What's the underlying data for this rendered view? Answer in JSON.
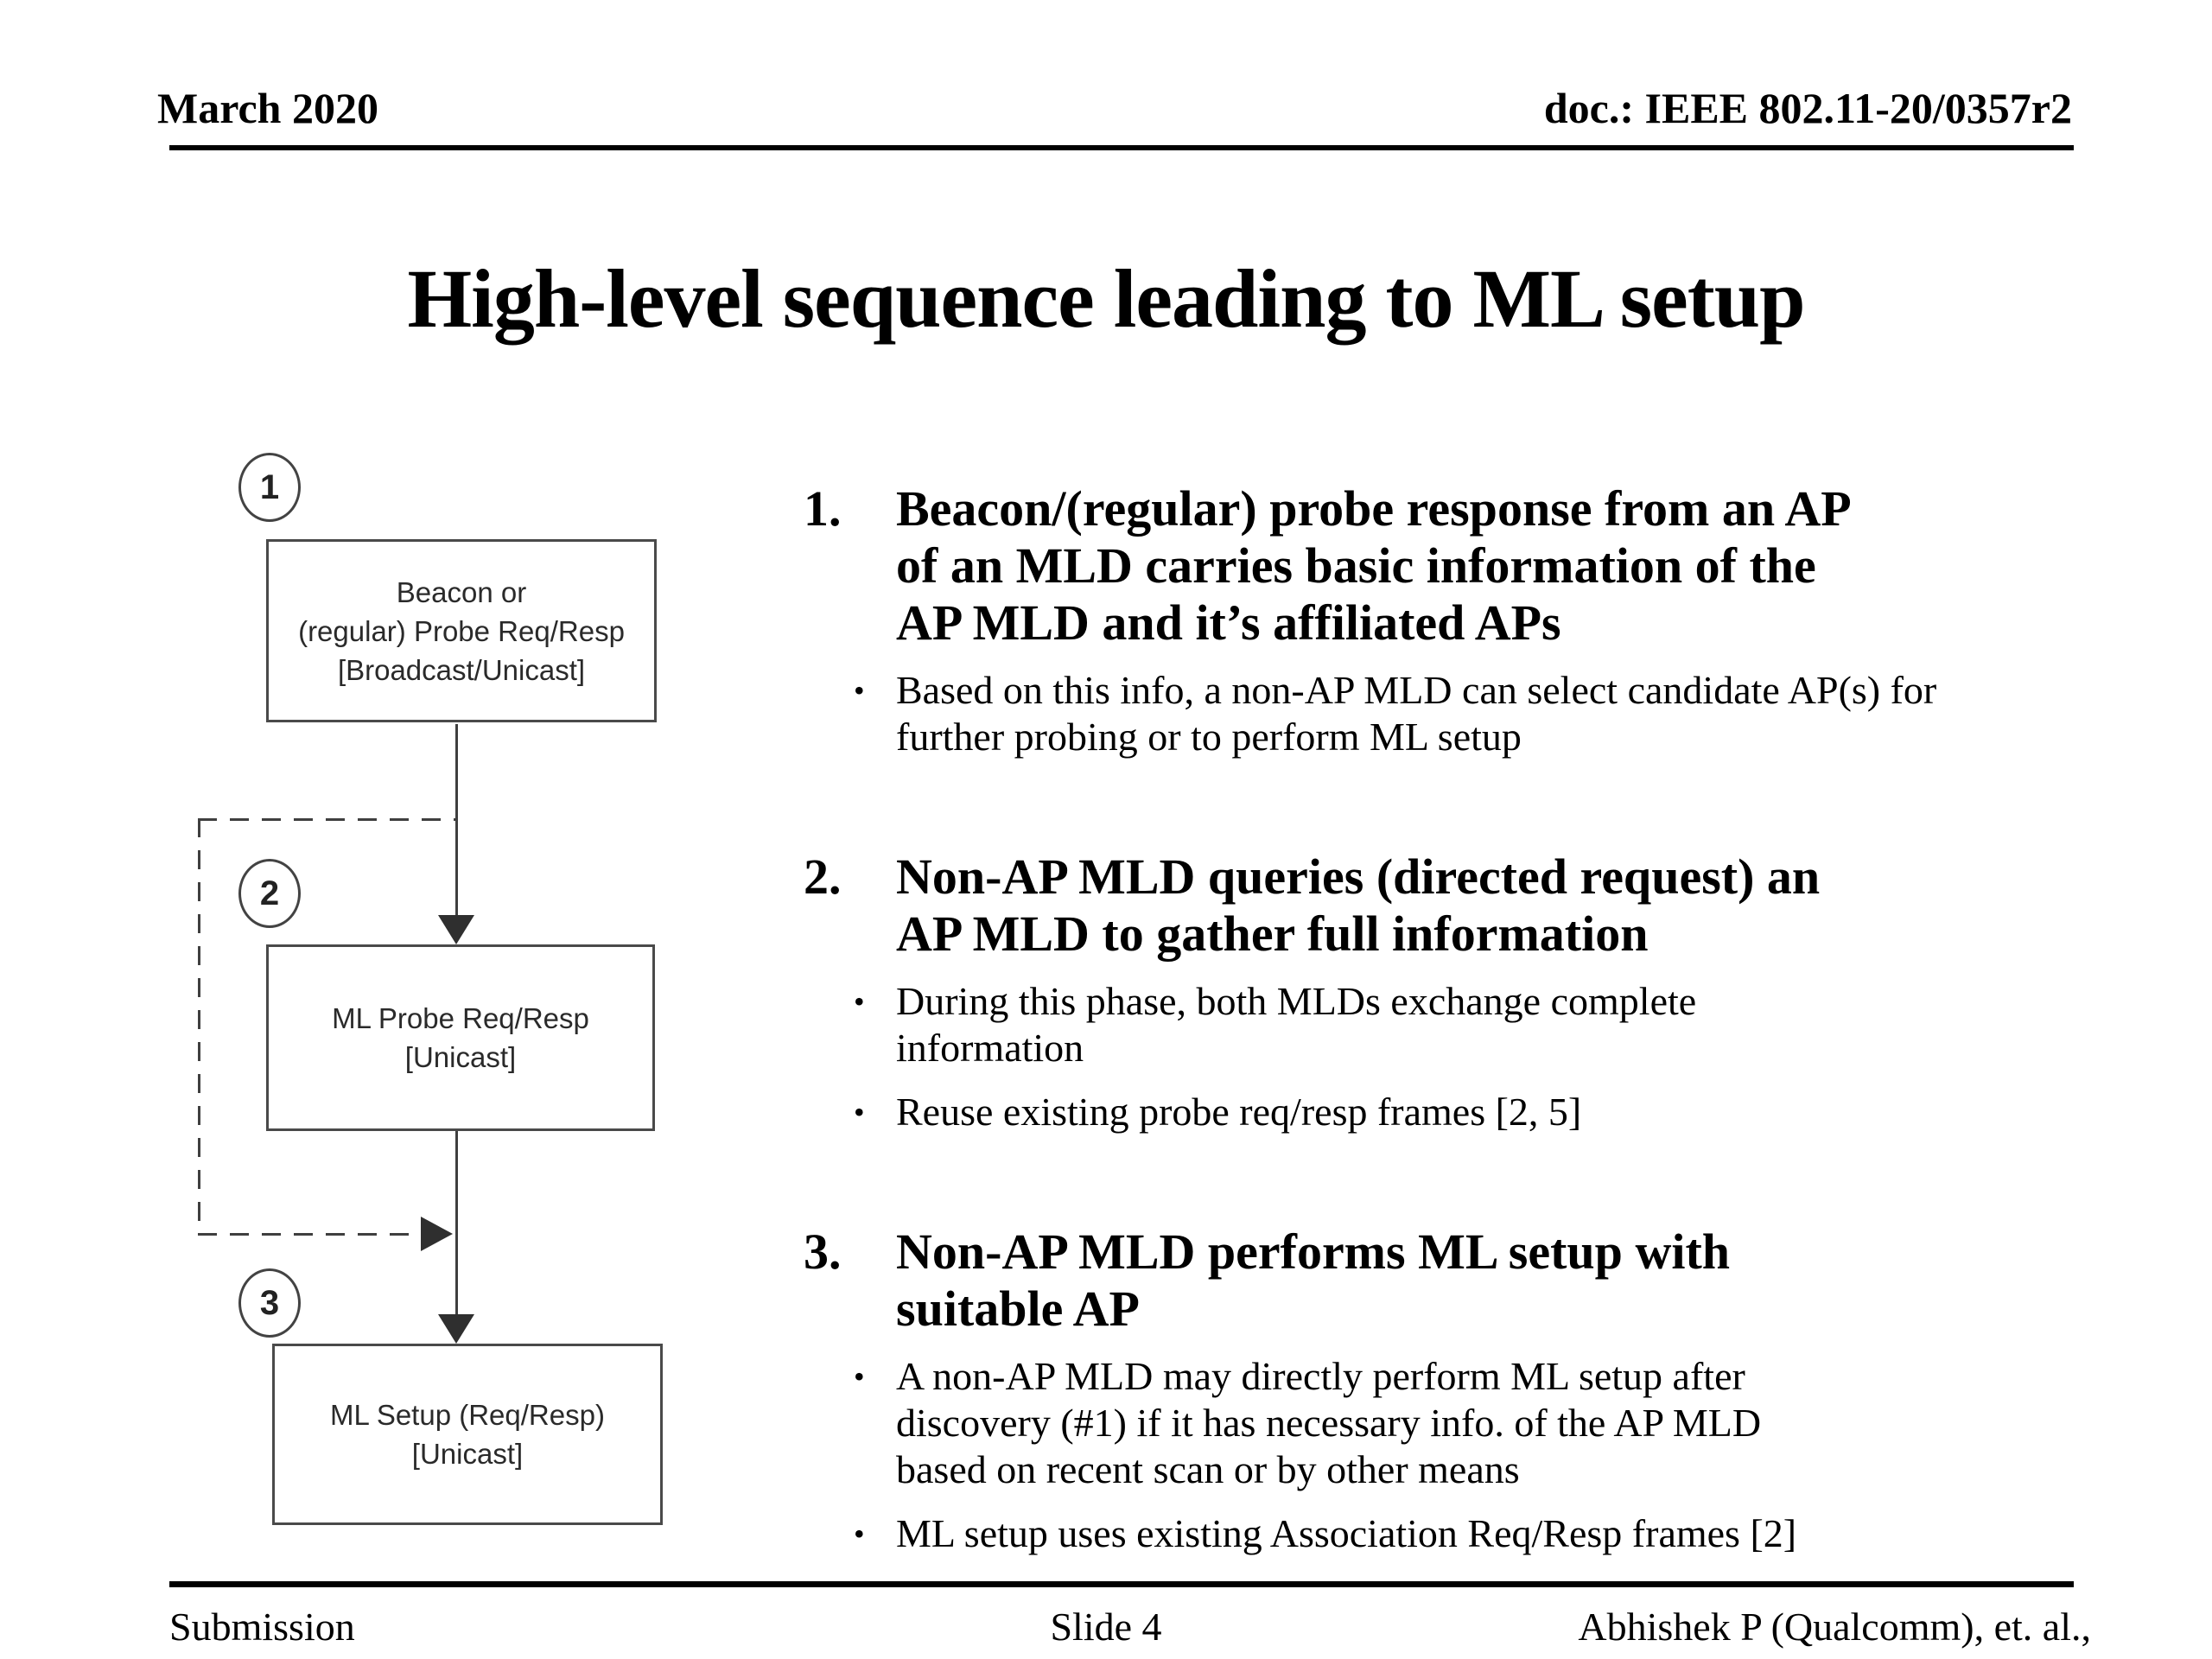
{
  "slide": {
    "header": {
      "date": "March 2020",
      "doc_id": "doc.: IEEE 802.11-20/0357r2"
    },
    "title": "High-level sequence leading to ML setup",
    "footer": {
      "left": "Submission",
      "center": "Slide 4",
      "right": "Abhishek P (Qualcomm), et. al.,"
    }
  },
  "ui": {
    "bullet_glyph": "•"
  },
  "flowchart": {
    "steps": [
      {
        "num": "1",
        "label": "Beacon or\n(regular) Probe Req/Resp\n[Broadcast/Unicast]"
      },
      {
        "num": "2",
        "label": "ML Probe Req/Resp\n[Unicast]"
      },
      {
        "num": "3",
        "label": "ML Setup (Req/Resp)\n[Unicast]"
      }
    ]
  },
  "points": [
    {
      "num": "1.",
      "heading": "Beacon/(regular) probe response from an AP\nof an MLD carries basic information of the\nAP MLD and it’s affiliated APs",
      "bullets": [
        "Based on this info, a non-AP MLD can select candidate AP(s) for\nfurther probing or to perform ML setup"
      ]
    },
    {
      "num": "2.",
      "heading": "Non-AP MLD queries (directed request) an\nAP MLD to gather full information",
      "bullets": [
        "During this phase, both MLDs exchange complete\ninformation",
        "Reuse existing probe req/resp frames [2, 5]"
      ]
    },
    {
      "num": "3.",
      "heading": "Non-AP MLD performs ML setup with\nsuitable AP",
      "bullets": [
        "A non-AP MLD may directly perform ML setup after\ndiscovery (#1) if it has necessary info. of the AP MLD\nbased on recent scan or by other means",
        "ML setup uses existing Association Req/Resp frames [2]"
      ]
    }
  ]
}
